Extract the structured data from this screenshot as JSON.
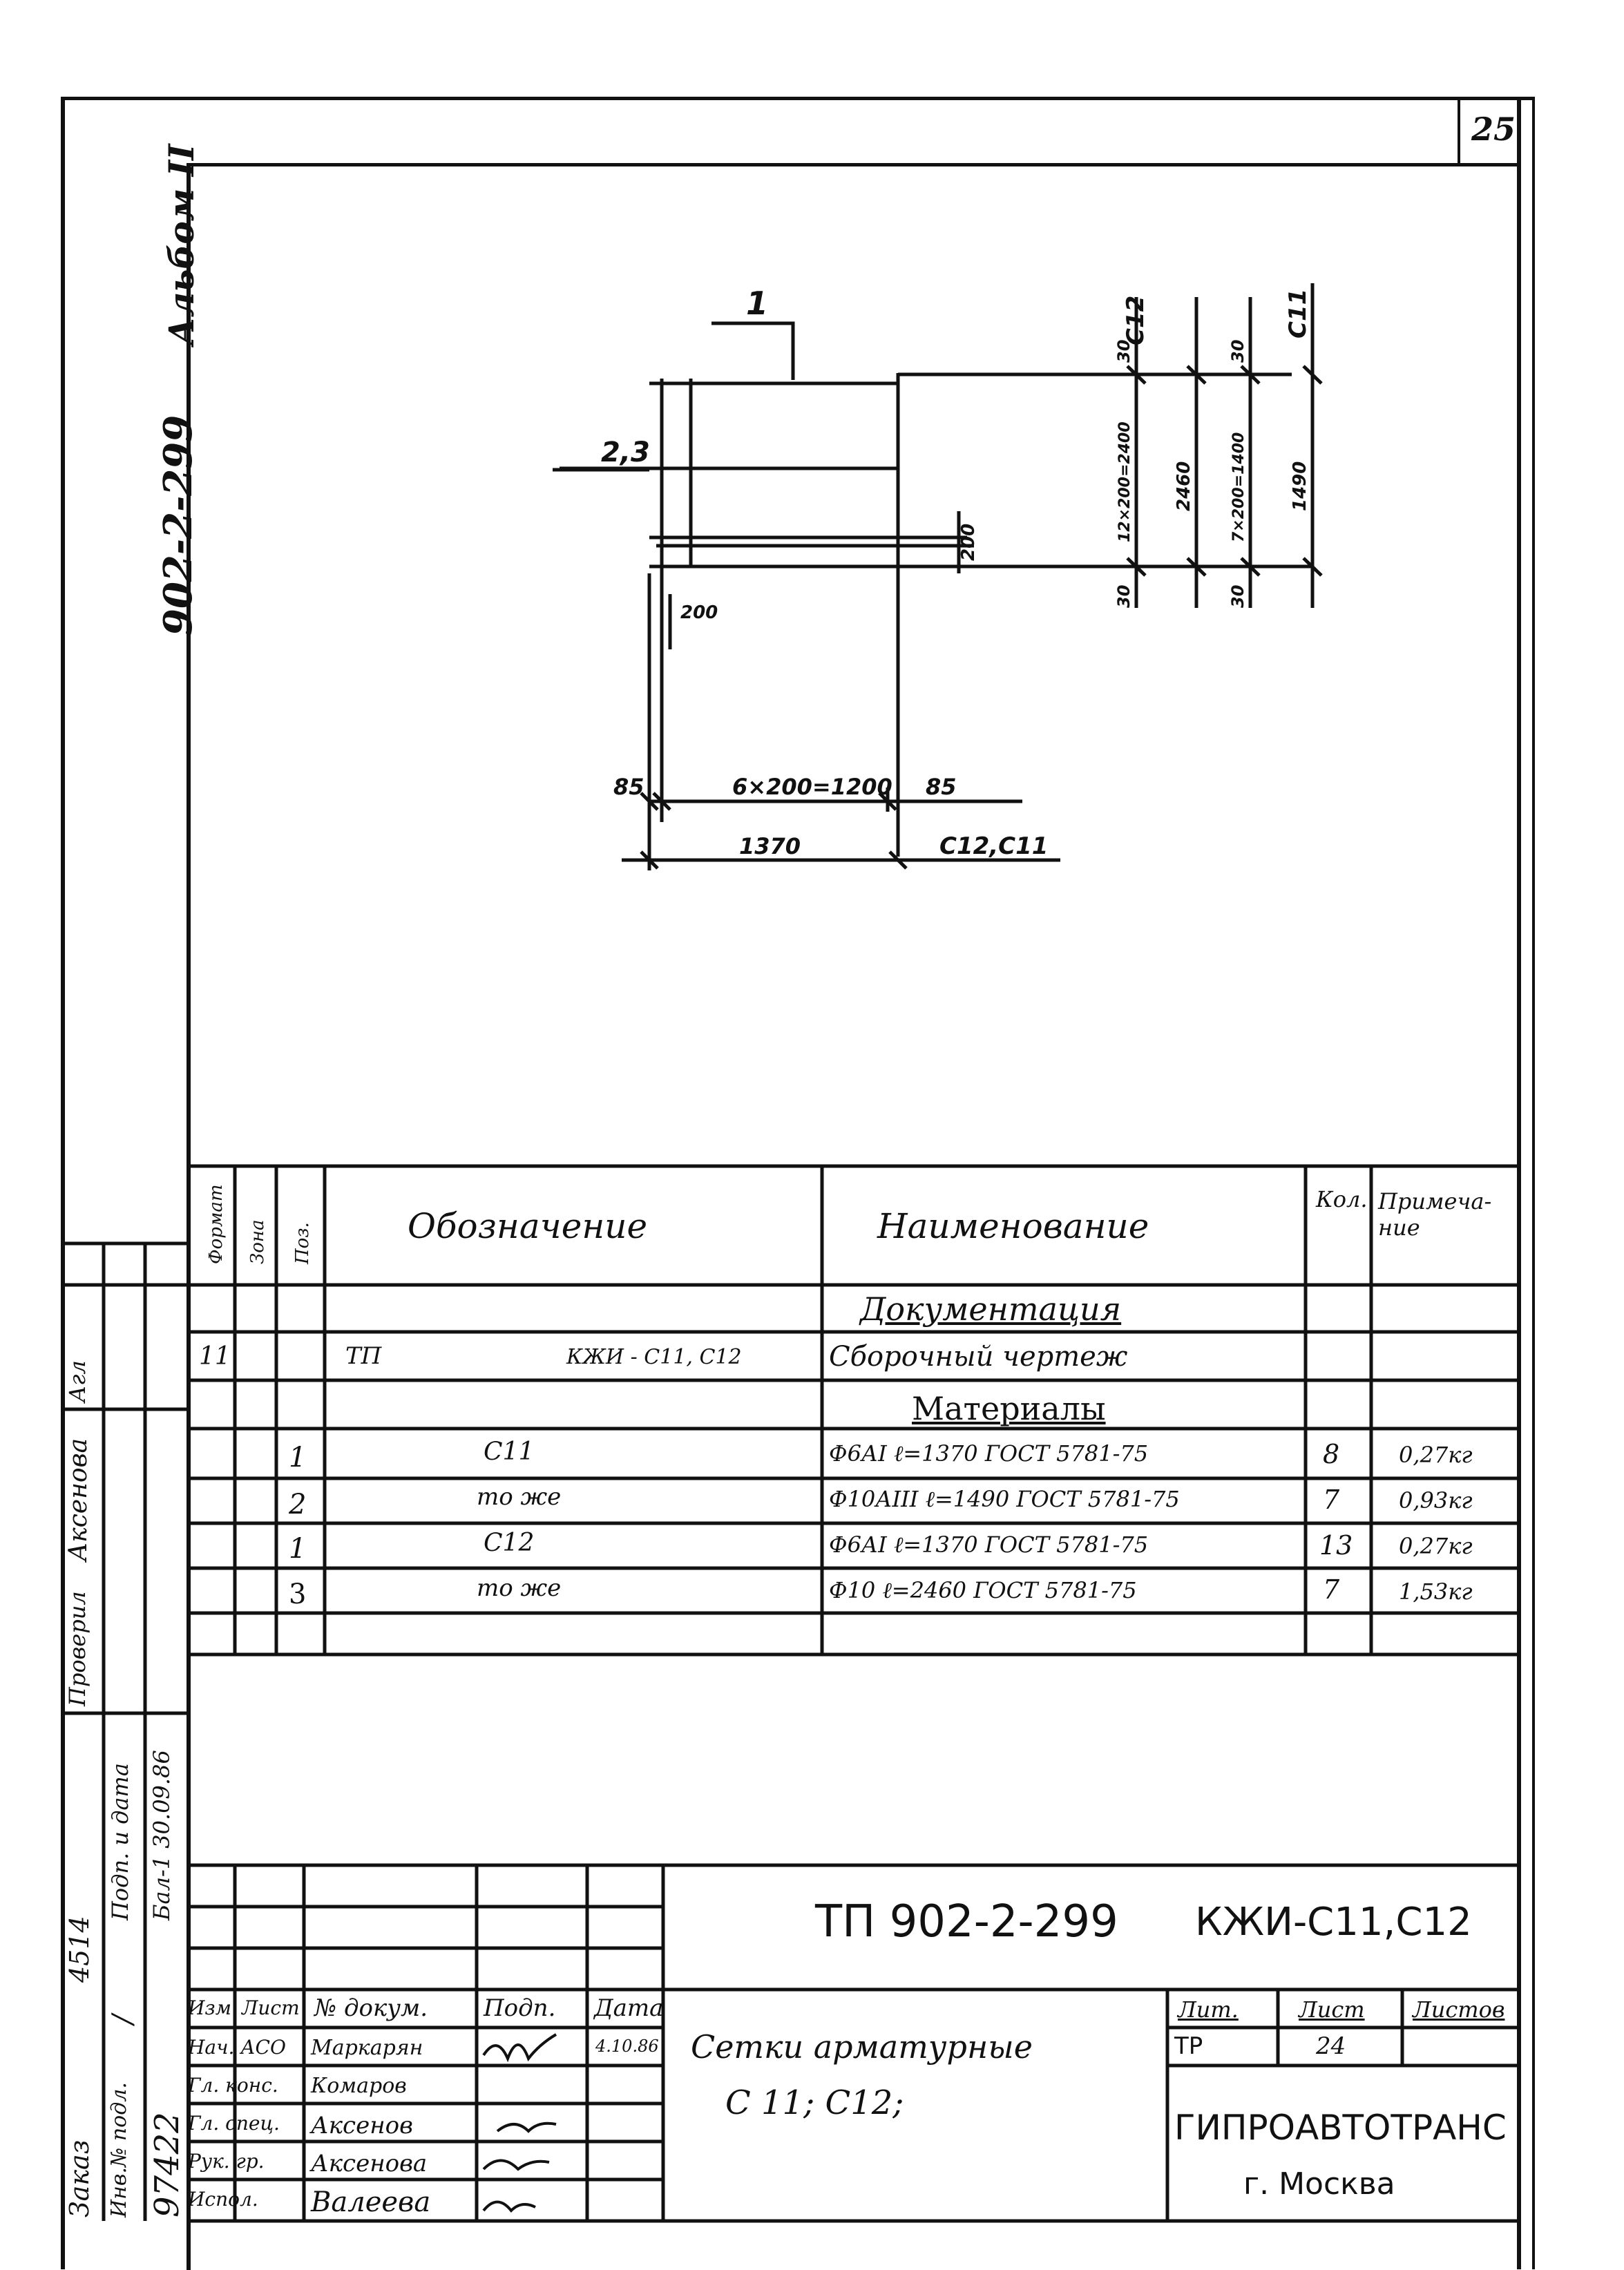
{
  "sheet_number": "25",
  "project_code_vertical": "902-2-299",
  "album_vertical": "Альбом II",
  "drawing": {
    "callout_1": "1",
    "callout_23": "2,3",
    "dim_left_85": "85",
    "dim_bottom_mid": "6×200=1200",
    "dim_right_85": "85",
    "dim_1370": "1370",
    "label_c12c11": "C12,C11",
    "dim_200_small": "200",
    "dim_200_mid": "200",
    "dim_right_a": {
      "top": "30",
      "mid": "12×200=2400",
      "bot": "30",
      "tag": "C12"
    },
    "dim_right_b": {
      "mid": "2460"
    },
    "dim_right_c": {
      "top": "30",
      "mid": "7×200=1400",
      "bot": "30",
      "tag": "C11"
    },
    "dim_right_d": {
      "mid": "1490"
    }
  },
  "spec_table": {
    "headers": {
      "format": "Формат",
      "zone": "Зона",
      "pos": "Поз.",
      "designation": "Обозначение",
      "name": "Наименование",
      "qty": "Кол.",
      "note": "Примеча-\nние"
    },
    "rows": [
      {
        "format": "",
        "pos": "",
        "designation_a": "",
        "designation_b": "",
        "name": "Документация",
        "qty": "",
        "note": "",
        "section": true
      },
      {
        "format": "11",
        "pos": "",
        "designation_a": "ТП",
        "designation_b": "КЖИ - С11, С12",
        "name": "Сборочный чертеж",
        "qty": "",
        "note": ""
      },
      {
        "format": "",
        "pos": "",
        "designation_a": "",
        "designation_b": "",
        "name": "Материалы",
        "qty": "",
        "note": "",
        "section": true
      },
      {
        "format": "",
        "pos": "1",
        "designation_a": "С11",
        "designation_b": "",
        "name": "Ф6АI   ℓ=1370 ГОСТ 5781-75",
        "qty": "8",
        "note": "0,27кг"
      },
      {
        "format": "",
        "pos": "2",
        "designation_a": "то же",
        "designation_b": "",
        "name": "Ф10АIII  ℓ=1490 ГОСТ 5781-75",
        "qty": "7",
        "note": "0,93кг"
      },
      {
        "format": "",
        "pos": "1",
        "designation_a": "С12",
        "designation_b": "",
        "name": "Ф6АI   ℓ=1370 ГОСТ 5781-75",
        "qty": "13",
        "note": "0,27кг"
      },
      {
        "format": "",
        "pos": "3",
        "designation_a": "то же",
        "designation_b": "",
        "name": "Ф10   ℓ=2460 ГОСТ 5781-75",
        "qty": "7",
        "note": "1,53кг"
      }
    ]
  },
  "title_block": {
    "doc_code": "ТП 902-2-299",
    "doc_suffix": "КЖИ-С11,С12",
    "col_headers": [
      "Изм.",
      "Лист",
      "№ докум.",
      "Подп.",
      "Дата"
    ],
    "people": [
      {
        "role": "Нач. АСО",
        "name": "Маркарян",
        "date": "4.10.86"
      },
      {
        "role": "Гл. конс.",
        "name": "Комаров",
        "date": ""
      },
      {
        "role": "Гл. спец.",
        "name": "Аксенов",
        "date": ""
      },
      {
        "role": "Рук. гр.",
        "name": "Аксенова",
        "date": ""
      },
      {
        "role": "Испол.",
        "name": "Валеева",
        "date": ""
      }
    ],
    "description_line1": "Сетки арматурные",
    "description_line2": "С 11; С12;",
    "lit_header": "Лит.",
    "sheet_header": "Лист",
    "sheets_header": "Листов",
    "lit_value": "ТР",
    "sheet_value": "24",
    "org_line1": "ГИПРОАВТОТРАНС",
    "org_line2": "г. Москва"
  },
  "left_strip": {
    "checked": "Проверил",
    "checked_name": "Аксенова",
    "checked_sign": "Агл",
    "order_label": "Заказ",
    "order_value": "4514",
    "inv_label": "Инв.№ подл.",
    "inv_value": "97422",
    "sign_label": "Подп. и дата",
    "sign_value": "Бал-1 30.09.86",
    "slash": "/"
  }
}
